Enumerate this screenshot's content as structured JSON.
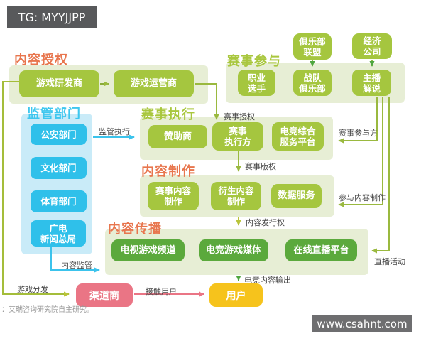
{
  "header": {
    "tg_badge": "TG: MYYJJPP"
  },
  "footer": {
    "site_badge": "www.csahnt.com",
    "source_note": "：艾瑞咨询研究院自主研究。"
  },
  "sections": {
    "content_auth": {
      "title": "内容授权",
      "dev": "游戏研发商",
      "op": "游戏运营商"
    },
    "event_part": {
      "title": "赛事参与",
      "club_union": {
        "l1": "俱乐部",
        "l2": "联盟"
      },
      "agency": {
        "l1": "经济",
        "l2": "公司"
      },
      "players": {
        "l1": "职业",
        "l2": "选手"
      },
      "team_clubs": {
        "l1": "战队",
        "l2": "俱乐部"
      },
      "casters": {
        "l1": "主播",
        "l2": "解说"
      }
    },
    "regulators": {
      "title": "监管部门",
      "police": "公安部门",
      "culture": "文化部门",
      "sports": "体育部门",
      "sarft": {
        "l1": "广电",
        "l2": "新闻总局"
      }
    },
    "event_exec": {
      "title": "赛事执行",
      "sponsor": "赞助商",
      "executor": {
        "l1": "赛事",
        "l2": "执行方"
      },
      "platform": {
        "l1": "电竞综合",
        "l2": "服务平台"
      }
    },
    "content_prod": {
      "title": "内容制作",
      "event_content": {
        "l1": "赛事内容",
        "l2": "制作"
      },
      "derived": {
        "l1": "衍生内容",
        "l2": "制作"
      },
      "data_service": "数据服务"
    },
    "content_dist": {
      "title": "内容传播",
      "tv": "电视游戏频道",
      "media": "电竞游戏媒体",
      "live": "在线直播平台"
    },
    "channel": {
      "label": "渠道商"
    },
    "users": {
      "label": "用户"
    }
  },
  "edges": {
    "regulate_exec": "监管执行",
    "event_auth": "赛事授权",
    "event_participants": "赛事参与方",
    "event_copyright": "赛事版权",
    "join_content_prod": "参与内容制作",
    "content_issue_right": "内容发行权",
    "live_activity": "直播活动",
    "content_regulate": "内容监管",
    "game_dist": "游戏分发",
    "reach_users": "接触用户",
    "esports_output": "电竞内容输出"
  },
  "colors": {
    "heading_orange": "#e8764e",
    "heading_green": "#a9c73e",
    "heading_blue": "#3ec7ef",
    "box_green": "#a5c63f",
    "box_dark_green": "#5ba93c",
    "box_blue": "#2fc0ea",
    "panel_green": "#e7eed5",
    "panel_blue": "#c9ebf8",
    "channel_pink": "#ea7585",
    "user_yellow": "#f6c31c",
    "badge_gray": "#58595b"
  }
}
